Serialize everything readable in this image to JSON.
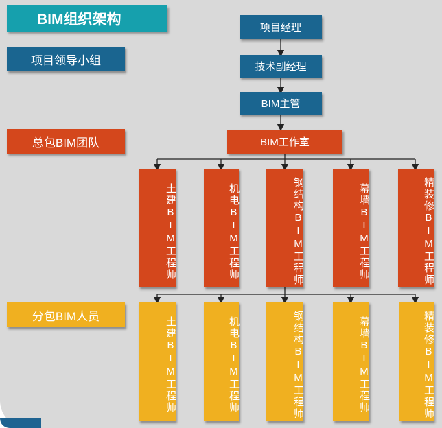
{
  "title": "BIM组织架构",
  "levels": {
    "leadership": "项目领导小组",
    "general_contractor_team": "总包BIM团队",
    "subcontractor_staff": "分包BIM人员"
  },
  "chain": {
    "project_manager": "项目经理",
    "technical_deputy_manager": "技术副经理",
    "bim_supervisor": "BIM主管",
    "bim_studio": "BIM工作室"
  },
  "engineers": [
    "土建BIM工程师",
    "机电BIM工程师",
    "钢结构BIM工程师",
    "幕墙BIM工程师",
    "精装修BIM工程师"
  ],
  "sub_engineers": [
    "土建BIM工程师",
    "机电BIM工程师",
    "钢结构BIM工程师",
    "幕墙BIM工程师",
    "精装修BIM工程师"
  ],
  "colors": {
    "teal": "#16a0ad",
    "blue": "#1a6590",
    "red": "#d4471c",
    "amber": "#f0b020",
    "background": "#d9d9d9"
  }
}
